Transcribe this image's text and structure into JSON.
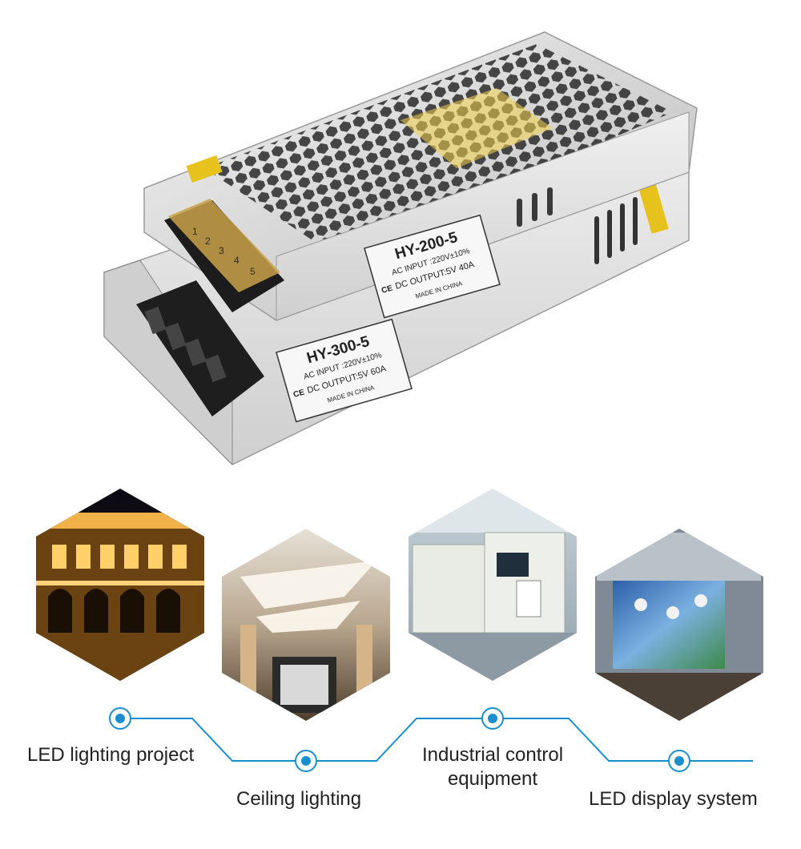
{
  "product": {
    "top_unit": {
      "model": "HY-200-5",
      "ac_input": "AC INPUT :220V±10%",
      "dc_output": "DC OUTPUT:5V 40A",
      "origin": "MADE IN CHINA",
      "cert_mark": "CE"
    },
    "bottom_unit": {
      "model": "HY-300-5",
      "ac_input": "AC INPUT :220V±10%",
      "dc_output": "DC OUTPUT:5V 60A",
      "origin": "MADE IN CHINA",
      "cert_mark": "CE"
    },
    "terminal_numbers": [
      "1",
      "2",
      "3",
      "4",
      "5"
    ]
  },
  "applications": [
    {
      "label": "LED lighting project"
    },
    {
      "label": "Ceiling lighting"
    },
    {
      "label": "Industrial control equipment",
      "line1": "Industrial control",
      "line2": "equipment"
    },
    {
      "label": "LED display system"
    }
  ],
  "colors": {
    "accent": "#1a8fd0",
    "connector_line": "#1a8fd0",
    "metal": "#d9d9d9",
    "terminal_cover": "#c9a24a"
  }
}
